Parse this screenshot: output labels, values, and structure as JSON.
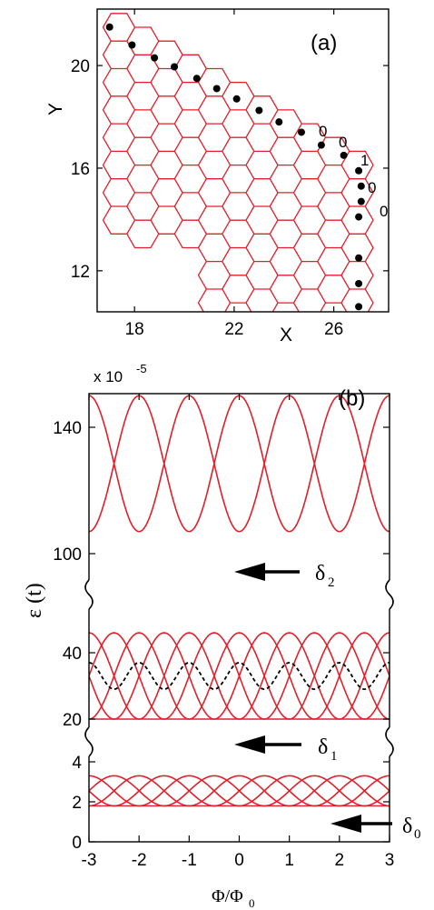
{
  "chart_data": [
    {
      "panel": "(a)",
      "type": "scatter",
      "xlabel": "X",
      "ylabel": "Y",
      "xlim": [
        16.5,
        28.2
      ],
      "ylim": [
        10.4,
        22.2
      ],
      "xticks": [
        18,
        22,
        26
      ],
      "yticks": [
        12,
        16,
        20
      ],
      "lattice_color": "#e0202a",
      "atom_color": "#000000",
      "edge_labels": [
        "0",
        "0",
        "1",
        "0",
        "0"
      ],
      "edge_atoms": [
        {
          "x": 17.0,
          "y": 21.5
        },
        {
          "x": 17.9,
          "y": 20.8
        },
        {
          "x": 18.8,
          "y": 20.3
        },
        {
          "x": 19.6,
          "y": 19.95
        },
        {
          "x": 20.5,
          "y": 19.5
        },
        {
          "x": 21.3,
          "y": 19.1
        },
        {
          "x": 22.1,
          "y": 18.7
        },
        {
          "x": 23.0,
          "y": 18.25
        },
        {
          "x": 23.8,
          "y": 17.8
        },
        {
          "x": 24.7,
          "y": 17.4
        },
        {
          "x": 25.5,
          "y": 16.9
        },
        {
          "x": 26.4,
          "y": 16.5
        },
        {
          "x": 27.0,
          "y": 15.9
        },
        {
          "x": 27.1,
          "y": 15.3
        },
        {
          "x": 27.1,
          "y": 14.7
        },
        {
          "x": 27.0,
          "y": 14.1
        },
        {
          "x": 27.0,
          "y": 12.5
        },
        {
          "x": 27.0,
          "y": 11.5
        },
        {
          "x": 27.0,
          "y": 10.6
        }
      ]
    },
    {
      "panel": "(b)",
      "type": "line",
      "xlabel": "Φ/Φ0",
      "xlabel_main": "Φ/Φ",
      "xlabel_sub": "0",
      "ylabel": "ε (t)",
      "multiplier": "x 10",
      "multiplier_exp": "-5",
      "xlim": [
        -3,
        3
      ],
      "xticks": [
        -3,
        -2,
        -1,
        0,
        1,
        2,
        3
      ],
      "yticks": [
        0,
        2,
        4,
        20,
        40,
        100,
        140
      ],
      "axis_breaks": [
        "4–20",
        "40–100"
      ],
      "line_color": "#e0202a",
      "dashed_color": "#000000",
      "annotations": [
        {
          "symbol": "δ",
          "sub": "2",
          "at_y": 95
        },
        {
          "symbol": "δ",
          "sub": "1",
          "at_y": 10
        },
        {
          "symbol": "δ",
          "sub": "0",
          "at_y": 0.8
        }
      ],
      "series": [
        {
          "group": "upper",
          "min": 107,
          "max": 150,
          "period": 2,
          "offsets": [
            0,
            1
          ]
        },
        {
          "group": "middle",
          "min": 20,
          "max": 46,
          "period": 2,
          "offsets": [
            0,
            0.5,
            1,
            1.5
          ]
        },
        {
          "group": "middle-dashed",
          "min": 29,
          "max": 37,
          "period": 1,
          "style": "dashed"
        },
        {
          "group": "lower",
          "min": 1.8,
          "max": 3.3,
          "period": 2,
          "offsets": [
            0,
            0.5,
            1,
            1.5
          ]
        }
      ]
    }
  ]
}
